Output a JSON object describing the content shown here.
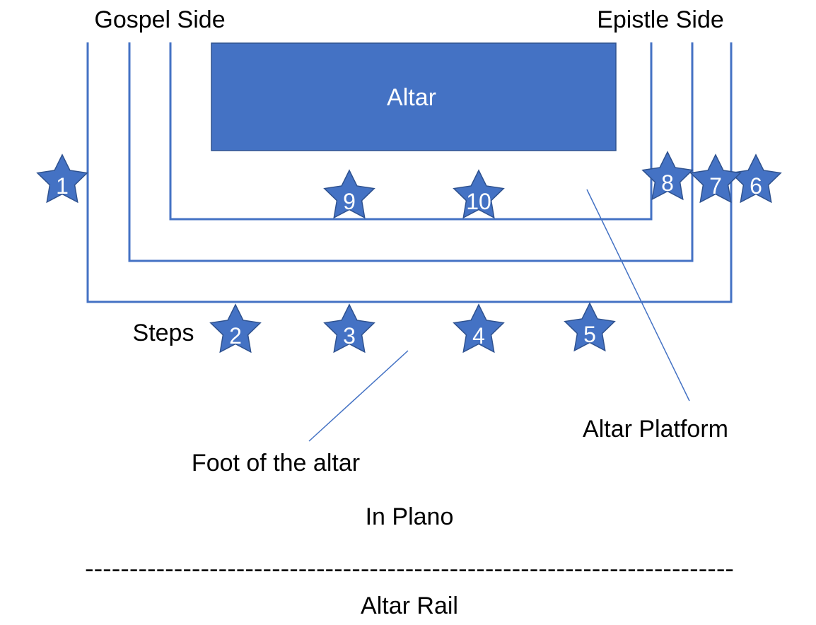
{
  "colors": {
    "accent": "#4472c4",
    "accent_dark": "#2f528f",
    "text": "#000000",
    "altar_text": "#ffffff"
  },
  "labels": {
    "gospel_side": "Gospel Side",
    "epistle_side": "Epistle Side",
    "altar": "Altar",
    "steps": "Steps",
    "altar_platform": "Altar Platform",
    "foot_of_altar": "Foot of the altar",
    "in_plano": "In Plano",
    "rail_dashes": "-------------------------------------------------------------------------",
    "altar_rail": "Altar Rail"
  },
  "stars": [
    {
      "num": "1",
      "icon": "star-icon"
    },
    {
      "num": "2",
      "icon": "star-icon"
    },
    {
      "num": "3",
      "icon": "star-icon"
    },
    {
      "num": "4",
      "icon": "star-icon"
    },
    {
      "num": "5",
      "icon": "star-icon"
    },
    {
      "num": "6",
      "icon": "star-icon"
    },
    {
      "num": "7",
      "icon": "star-icon"
    },
    {
      "num": "8",
      "icon": "star-icon"
    },
    {
      "num": "9",
      "icon": "star-icon"
    },
    {
      "num": "10",
      "icon": "star-icon"
    }
  ]
}
